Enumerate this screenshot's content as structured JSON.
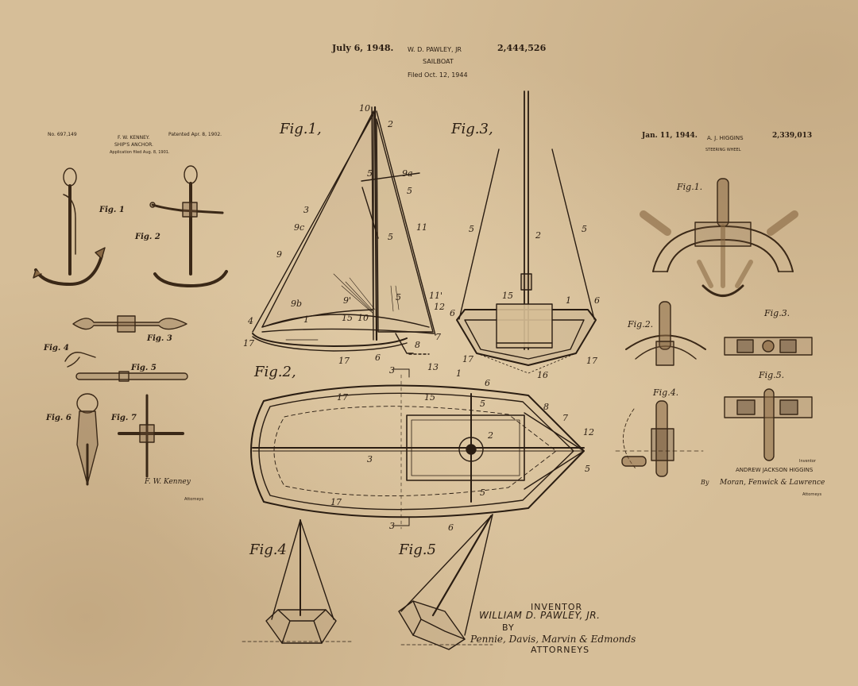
{
  "center_patent": {
    "date": "July 6, 1948.",
    "inventor": "W. D. PAWLEY, JR",
    "number": "2,444,526",
    "title": "SAILBOAT",
    "filed": "Filed Oct. 12, 1944",
    "figures": [
      "Fig.1,",
      "Fig.3,",
      "Fig.2,",
      "Fig.4",
      "Fig.5"
    ],
    "inventor_block": {
      "label": "INVENTOR",
      "name": "WILLIAM D. PAWLEY, JR.",
      "by": "BY",
      "attorney_signature": "Pennie, Davis, Marvin & Edmonds",
      "attorneys_label": "ATTORNEYS"
    }
  },
  "left_patent": {
    "number": "No. 697,149",
    "inventor": "F. W. KENNEY.",
    "patented": "Patented Apr. 8, 1902.",
    "title": "SHIP'S ANCHOR.",
    "application": "Application filed Aug. 8, 1901.",
    "figures": [
      "Fig. 1",
      "Fig. 2",
      "Fig. 3",
      "Fig. 4",
      "Fig. 5",
      "Fig. 6",
      "Fig. 7"
    ],
    "signature_inventor": "F. W. Kenney",
    "signature_attorneys": "Attorneys"
  },
  "right_patent": {
    "date": "Jan. 11, 1944.",
    "inventor": "A. J. HIGGINS",
    "number": "2,339,013",
    "title": "STEERING WHEEL",
    "figures": [
      "Fig.1.",
      "Fig.2.",
      "Fig.3.",
      "Fig.4.",
      "Fig.5."
    ],
    "inventor_name": "ANDREW JACKSON HIGGINS",
    "inventor_label": "Inventor",
    "by_label": "By",
    "attorney_signature": "Moran, Fenwick & Lawrence",
    "attorneys_label": "Attorneys"
  },
  "colors": {
    "ink": "#2a1d12",
    "paper": "#d6be98",
    "metal": "#8a6a45"
  }
}
